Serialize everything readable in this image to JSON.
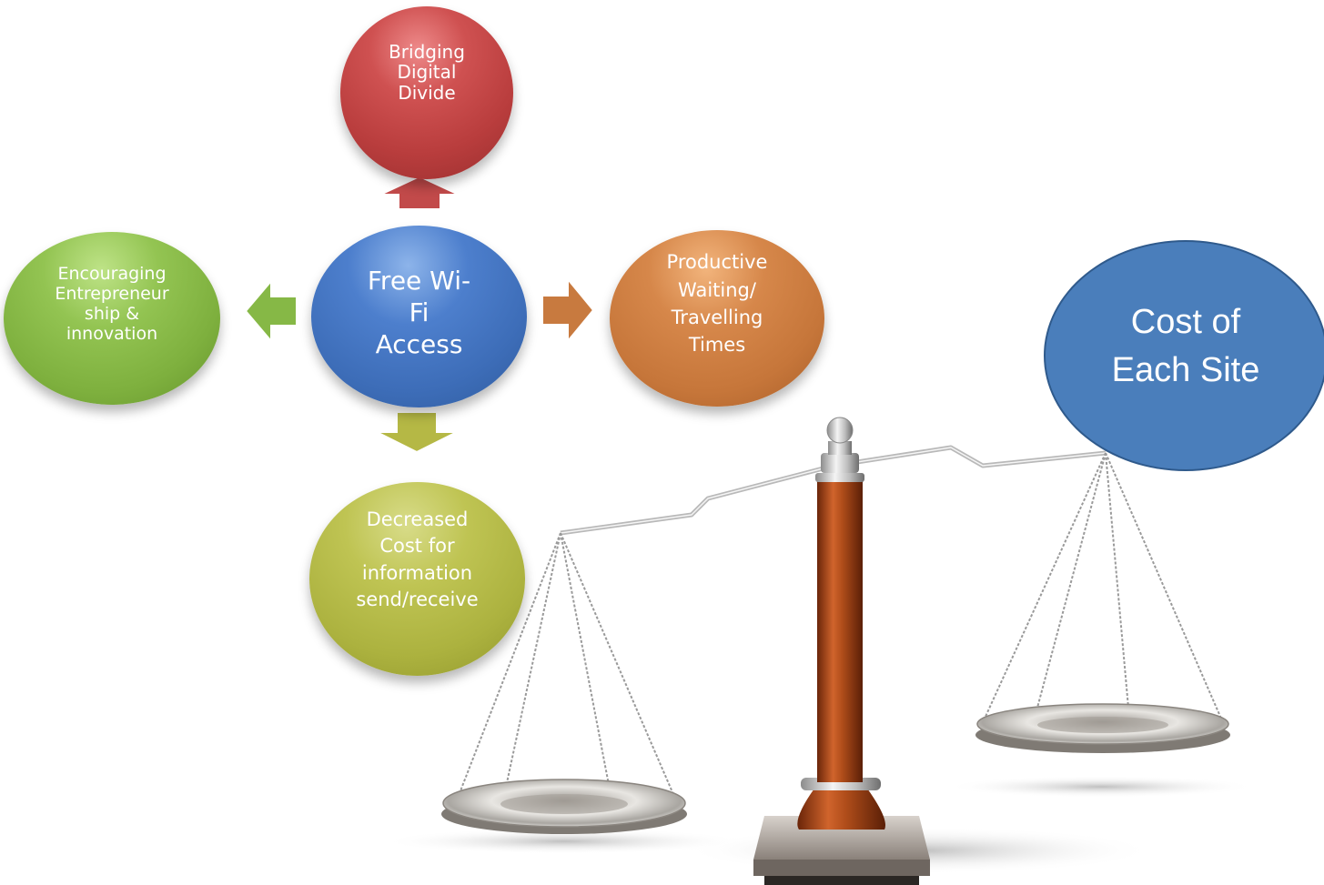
{
  "diagram": {
    "center_node": {
      "label": "Free Wi-\nFi\nAccess",
      "color": "#3d6db8"
    },
    "top_node": {
      "label": "Bridging\nDigital\nDivide",
      "color": "#c04646"
    },
    "left_node": {
      "label": "Encouraging\nEntrepreneur\nship &\ninnovation",
      "color": "#86b846"
    },
    "right_node": {
      "label": "Productive\nWaiting/\nTravelling\nTimes",
      "color": "#cd7d41"
    },
    "bottom_node": {
      "label": "Decreased\nCost for\ninformation\nsend/receive",
      "color": "#b4ba45"
    },
    "cost_node": {
      "label": "Cost of\nEach Site",
      "color": "#4a7ebb"
    }
  },
  "icons": {
    "scale": "balance-scale-icon",
    "arrow_up": "arrow-up-icon",
    "arrow_left": "arrow-left-icon",
    "arrow_right": "arrow-right-icon",
    "arrow_down": "arrow-down-icon"
  }
}
